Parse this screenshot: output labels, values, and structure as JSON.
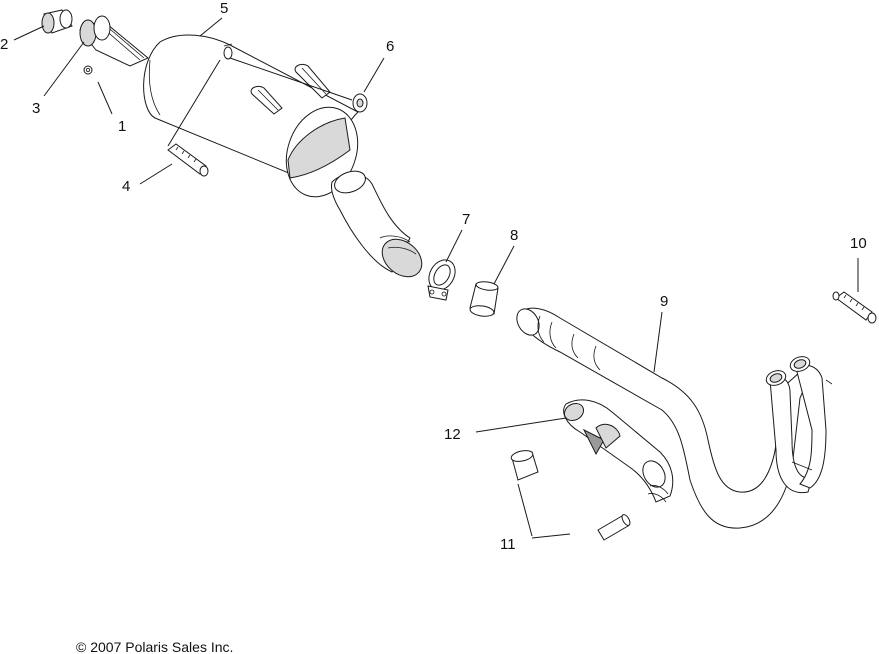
{
  "callouts": [
    {
      "id": "1",
      "text": "1"
    },
    {
      "id": "2",
      "text": "2"
    },
    {
      "id": "3",
      "text": "3"
    },
    {
      "id": "4",
      "text": "4"
    },
    {
      "id": "5",
      "text": "5"
    },
    {
      "id": "6",
      "text": "6"
    },
    {
      "id": "7",
      "text": "7"
    },
    {
      "id": "8",
      "text": "8"
    },
    {
      "id": "9",
      "text": "9"
    },
    {
      "id": "10",
      "text": "10"
    },
    {
      "id": "11",
      "text": "11"
    },
    {
      "id": "12",
      "text": "12"
    }
  ],
  "copyright": "© 2007 Polaris Sales Inc."
}
